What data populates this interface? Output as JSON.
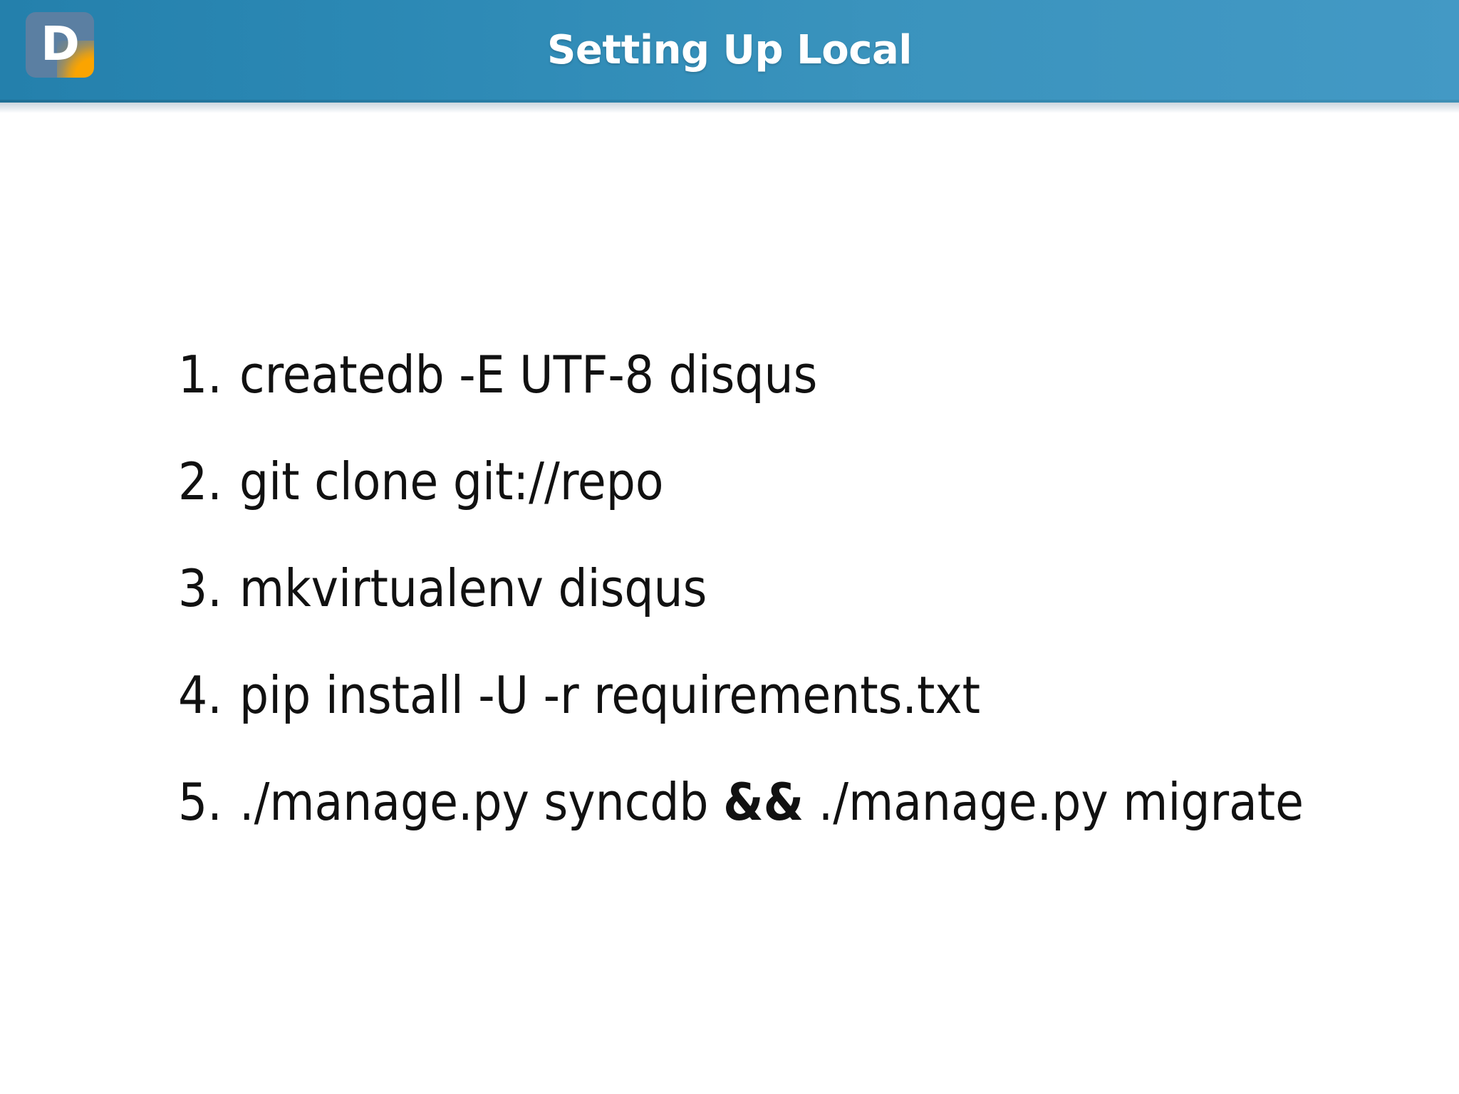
{
  "header": {
    "title": "Setting Up Local",
    "logo_letter": "D",
    "logo_name": "disqus-logo",
    "bar_color_left": "#2480ac",
    "bar_color_right": "#4399c5",
    "title_color": "#ffffff"
  },
  "body": {
    "background_color": "#ffffff",
    "text_color": "#111111",
    "steps": [
      {
        "number": "1.",
        "text": "createdb -E UTF-8 disqus",
        "pre": "createdb -E UTF-8 disqus",
        "emphasis": "",
        "post": ""
      },
      {
        "number": "2.",
        "text": "git clone git://repo",
        "pre": "git clone git://repo",
        "emphasis": "",
        "post": ""
      },
      {
        "number": "3.",
        "text": "mkvirtualenv disqus",
        "pre": "mkvirtualenv disqus",
        "emphasis": "",
        "post": ""
      },
      {
        "number": "4.",
        "text": "pip install -U -r requirements.txt",
        "pre": "pip install -U -r requirements.txt",
        "emphasis": "",
        "post": ""
      },
      {
        "number": "5.",
        "text": "./manage.py syncdb && ./manage.py migrate",
        "pre": "./manage.py syncdb ",
        "emphasis": "&&",
        "post": " ./manage.py migrate"
      }
    ]
  }
}
